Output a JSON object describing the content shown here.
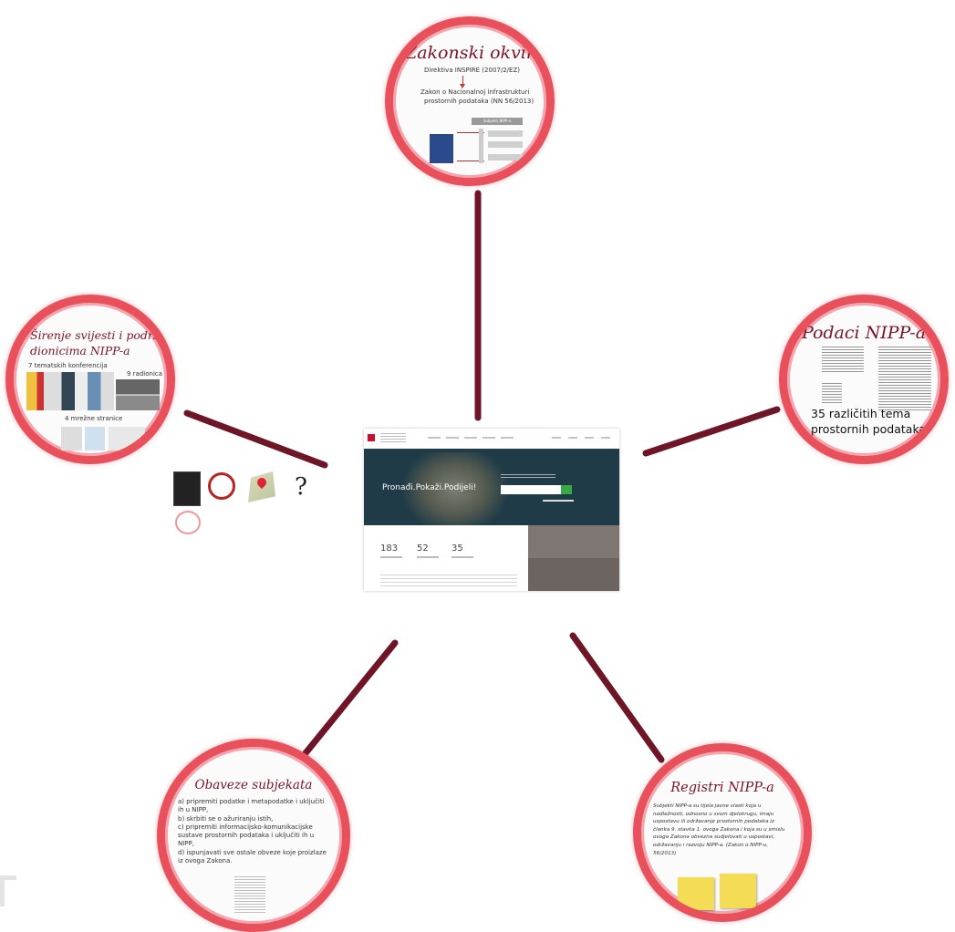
{
  "colors": {
    "ring": "#e8505c",
    "ring_inner": "#f3a6ad",
    "connector": "#6e1527",
    "title": "#7b1427"
  },
  "zakonski": {
    "title": "Zakonski okvir",
    "line1": "Direktiva INSPIRE (2007/2/EZ)",
    "line2": "Zakon o Nacionalnoj infrastrukturi",
    "line3": "prostornih podataka (NN 56/2013)",
    "diagram_head": "Subjekti NIPP-a"
  },
  "podaci": {
    "title": "Podaci NIPP-a",
    "line1": "35 različitih tema",
    "line2": "prostornih podataka"
  },
  "sirenje": {
    "title1": "Širenje svijesti i podrška",
    "title2": "dionicima NIPP-a",
    "konf": "7 tematskih konferencija",
    "radionica": "9 radionica",
    "stranice": "4 mrežne stranice"
  },
  "obaveze": {
    "title": "Obaveze subjekata",
    "lines": [
      "a) pripremiti podatke i metapodatke i uključiti",
      "ih u NIPP,",
      "b) skrbiti se o ažuriranju istih,",
      "c) pripremiti informacijsko-komunikacijske",
      "sustave prostornih podataka i uključiti ih u",
      "NIPP,",
      "d) ispunjavati sve ostale obveze koje proizlaze",
      "iz ovoga Zakona."
    ]
  },
  "registri": {
    "title": "Registri NIPP-a",
    "lines": [
      "Subjekti NIPP-a su tijela javne vlasti koja u",
      "nadležnosti, odnosno u svom djelokrugu, imaju",
      "uspostavu ili održavanje prostornih podataka iz",
      "članka 9. stavka 1. ovoga Zakona i koja su u smislu",
      "ovoga Zakona obvezna sudjelovati u uspostavi,",
      "održavanju i razvoju NIPP-a. (Zakon o NIPP-u,",
      "56/2013)"
    ]
  },
  "site": {
    "tagline": "Pronađi.Pokaži.Podijeli!",
    "stats": [
      {
        "num": "183"
      },
      {
        "num": "52"
      },
      {
        "num": "35"
      }
    ]
  },
  "icons": [
    "clipboard-icon",
    "clock-icon",
    "map-pin-icon",
    "question-marks-icon",
    "people-icon"
  ]
}
